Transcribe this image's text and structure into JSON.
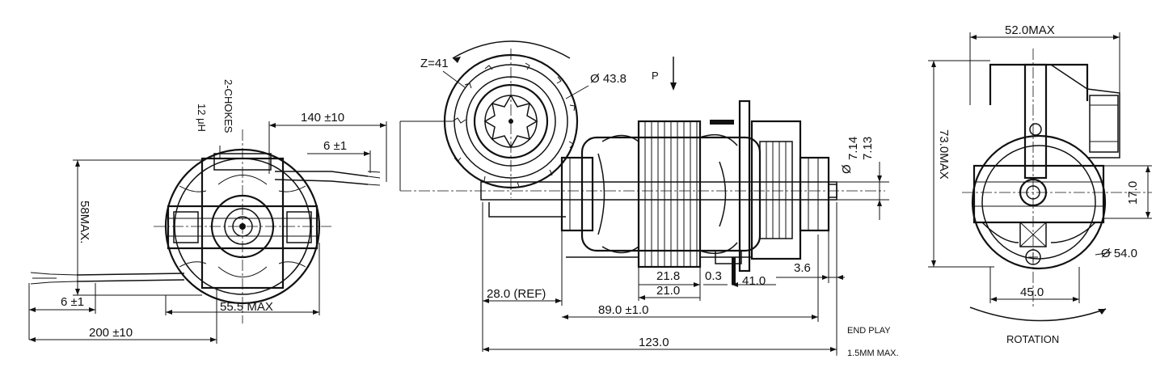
{
  "front_view": {
    "choke_label": "2-CHOKES",
    "choke_value": "12 μH",
    "lead_length_right": "140 ±10",
    "strip_right": "6 ±1",
    "height": "58MAX.",
    "strip_left": "6 ±1",
    "width": "55.5 MAX",
    "lead_length_left": "200 ±10"
  },
  "side_view": {
    "teeth": "Z=41",
    "fan_diameter": "Ø 43.8",
    "pressure_label": "P",
    "shaft_diameter_top": "7.14",
    "shaft_diameter_bottom": "7.13",
    "shaft_diameter_symbol": "Ø",
    "dim_21_8": "21.8",
    "dim_21_0": "21.0",
    "dim_0_3": "0.3",
    "dim_41_0": "41.0",
    "dim_3_6": "3.6",
    "ref": "28.0 (REF)",
    "dim_89": "89.0 ±1.0",
    "overall": "123.0",
    "end_play_label": "END PLAY",
    "end_play_value": "1.5MM MAX."
  },
  "end_view": {
    "width_top": "52.0MAX",
    "height": "73.0MAX",
    "dim_17": "17.0",
    "diameter": "Ø 54.0",
    "width_bottom": "45.0",
    "rotation_label": "ROTATION"
  }
}
